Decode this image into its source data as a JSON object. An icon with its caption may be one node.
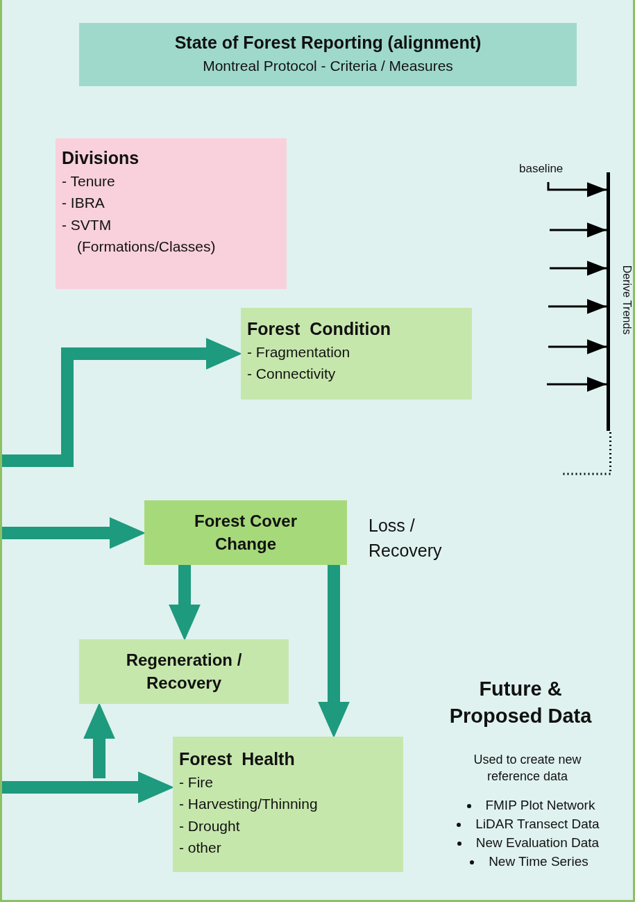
{
  "diagram": {
    "nodes": [
      {
        "text": [
          "State of Forest Reporting (alignment)",
          "Montreal Protocol - Criteria / Measures"
        ]
      },
      {
        "text": [
          "Divisions",
          "- Tenure",
          "- IBRA",
          "- SVTM (Formations/Classes)"
        ]
      },
      {
        "text": [
          "Forest  Condition",
          "- Fragmentation",
          "- Connectivity"
        ]
      },
      {
        "text": [
          "Forest Cover Change"
        ],
        "beside": [
          "Loss / Recovery"
        ]
      },
      {
        "text": [
          "Regeneration / Recovery"
        ]
      },
      {
        "text": [
          "Forest  Health",
          "- Fire",
          "- Harvesting/Thinning",
          "- Drought",
          "- other"
        ]
      },
      {
        "text": [],
        "shape": "bar",
        "beside": [
          "Derive Trends"
        ]
      }
    ],
    "edges": [
      {
        "from": null,
        "to": 2,
        "arrow": "to",
        "style": "thick"
      },
      {
        "from": null,
        "to": 3,
        "arrow": "to",
        "style": "thick"
      },
      {
        "from": 3,
        "to": 4,
        "arrow": "to",
        "style": "thick"
      },
      {
        "from": 3,
        "to": 5,
        "arrow": "to",
        "style": "thick"
      },
      {
        "from": null,
        "to": 5,
        "arrow": "to",
        "style": "thick"
      },
      {
        "from": null,
        "to": 4,
        "arrow": "to",
        "style": "thick"
      },
      {
        "from": null,
        "to": 6,
        "arrow": "to",
        "color": "#000000"
      },
      {
        "from": null,
        "to": 6,
        "arrow": "to",
        "color": "#000000"
      },
      {
        "from": null,
        "to": 6,
        "arrow": "to",
        "color": "#000000"
      },
      {
        "from": null,
        "to": 6,
        "arrow": "to",
        "color": "#000000"
      },
      {
        "from": null,
        "to": 6,
        "arrow": "to",
        "color": "#000000"
      },
      {
        "from": null,
        "to": 6,
        "arrow": "to",
        "color": "#000000"
      }
    ],
    "labels": [
      "baseline",
      "Future & Proposed Data",
      "Used to create new reference data",
      "FMIP Plot Network",
      "LiDAR Transect Data",
      "New Evaluation Data",
      "New Time Series"
    ]
  }
}
